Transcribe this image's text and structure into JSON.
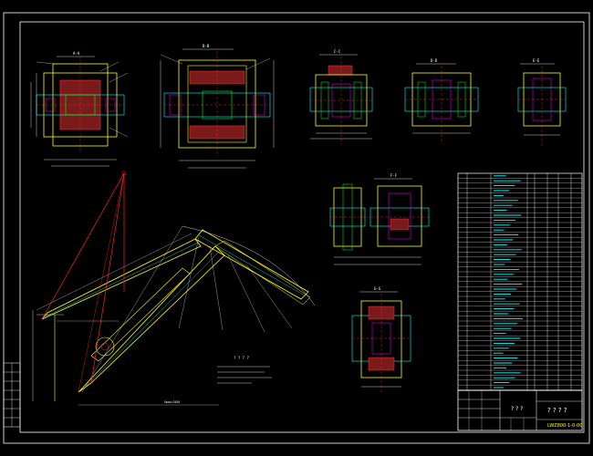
{
  "drawing": {
    "title_number": "LWZ800-1-0-00",
    "title_name": "? ? ? ?",
    "title_sub": "? ? ?",
    "tech_requirements_title": "? ? ? ?",
    "length_mark": "Smax=3450",
    "section_marks": [
      "A-A",
      "B-B",
      "C-C",
      "D-D",
      "E-E",
      "F-F",
      "G-G"
    ],
    "colors": {
      "background": "#000000",
      "frame": "#ffffff",
      "part_outline": "#ffff00",
      "accent_cyan": "#00ffff",
      "accent_red": "#ff2020",
      "accent_green": "#00ff00",
      "accent_magenta": "#ff00ff",
      "accent_blue": "#4060ff"
    }
  }
}
